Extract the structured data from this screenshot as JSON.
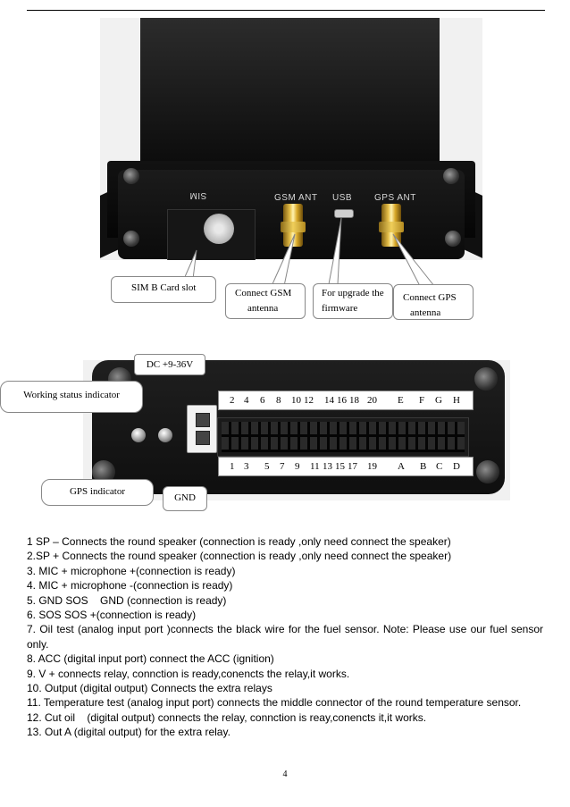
{
  "photo1": {
    "port_labels": {
      "sim": "SIM",
      "gsm": "GSM ANT",
      "usb": "USB",
      "gps": "GPS ANT"
    },
    "callouts": {
      "sim_slot": "SIM B Card slot",
      "gsm": [
        "Connect GSM",
        "antenna"
      ],
      "usb": [
        "For upgrade the",
        "firmware"
      ],
      "gps": [
        "Connect GPS",
        "antenna"
      ]
    }
  },
  "photo2": {
    "dc_label": "DC +9-36V",
    "working_status_label": "Working status indicator",
    "gps_indicator_label": "GPS indicator",
    "gnd_label": "GND",
    "top_pins": [
      "2",
      "4",
      "6",
      "8",
      "10",
      "12",
      "14",
      "16",
      "18",
      "20",
      "E",
      "F",
      "G",
      "H"
    ],
    "bottom_pins": [
      "1",
      "3",
      "5",
      "7",
      "9",
      "11",
      "13",
      "15",
      "17",
      "19",
      "A",
      "B",
      "C",
      "D"
    ]
  },
  "lines": [
    "1 SP – Connects the round speaker (connection is ready ,only need connect the speaker)",
    "2.SP + Connects the round speaker (connection is ready ,only need connect the speaker)",
    "3. MIC + microphone +(connection is ready)",
    "4. MIC + microphone -(connection is ready)",
    "5. GND SOS    GND (connection is ready)",
    "6. SOS SOS +(connection is ready)",
    "7. Oil test (analog input port )connects the black wire for the fuel sensor. Note: Please use our fuel sensor only.",
    "8. ACC (digital input port) connect the ACC (ignition)",
    "9. V + connects relay, connction is ready,conencts the relay,it works.",
    "10. Output (digital output) Connects the extra relays",
    "11. Temperature test (analog input port) connects the middle connector of the round temperature sensor.",
    "12. Cut oil    (digital output) connects the relay, connction is reay,conencts it,it works.",
    "13. Out A (digital output) for the extra relay."
  ],
  "page_number": "4"
}
